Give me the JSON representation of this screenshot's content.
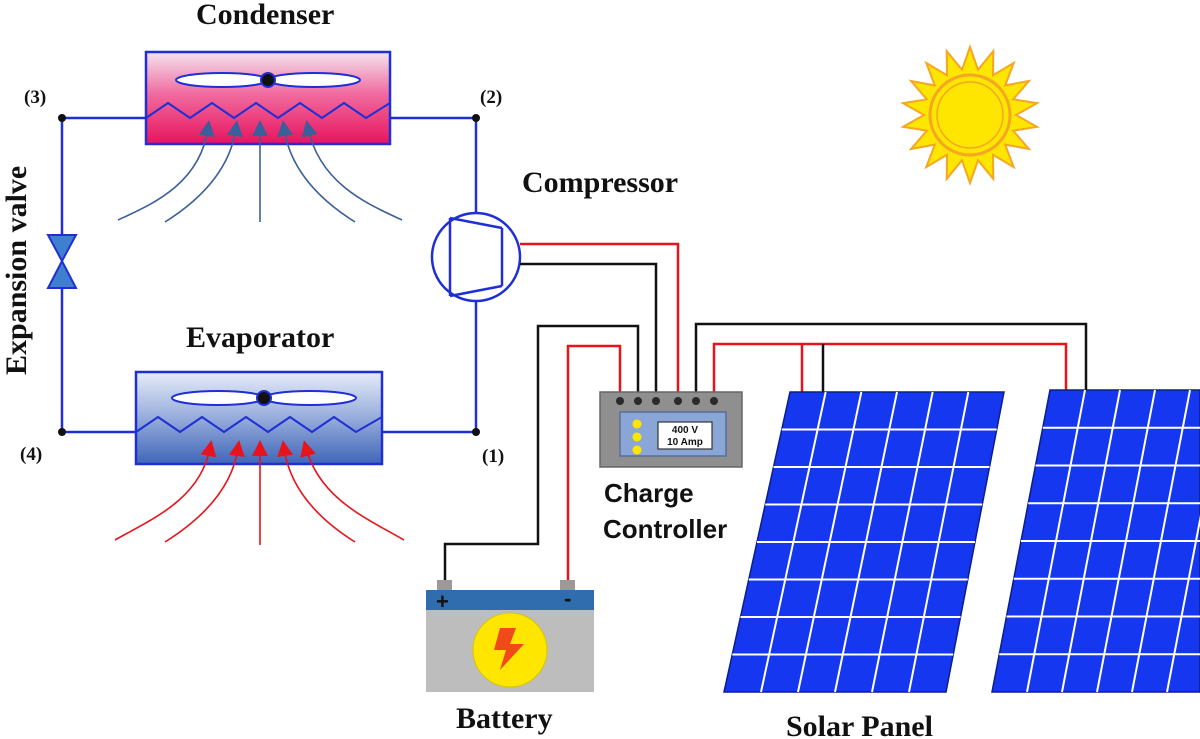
{
  "labels": {
    "condenser": "Condenser",
    "evaporator": "Evaporator",
    "expansion_valve": "Expansion valve",
    "compressor": "Compressor",
    "charge_controller_line1": "Charge",
    "charge_controller_line2": "Controller",
    "battery": "Battery",
    "solar_panel": "Solar Panel"
  },
  "points": {
    "p1": "(1)",
    "p2": "(2)",
    "p3": "(3)",
    "p4": "(4)"
  },
  "controller": {
    "voltage": "400 V",
    "current": "10 Amp"
  },
  "battery": {
    "positive": "+",
    "negative": "-"
  },
  "colors": {
    "pipe": "#1f2fd6",
    "wire_positive": "#e8131b",
    "wire_negative": "#111111",
    "panel_cell": "#1537f0",
    "sun_outer": "#f5a623",
    "sun_inner": "#ffe600"
  }
}
